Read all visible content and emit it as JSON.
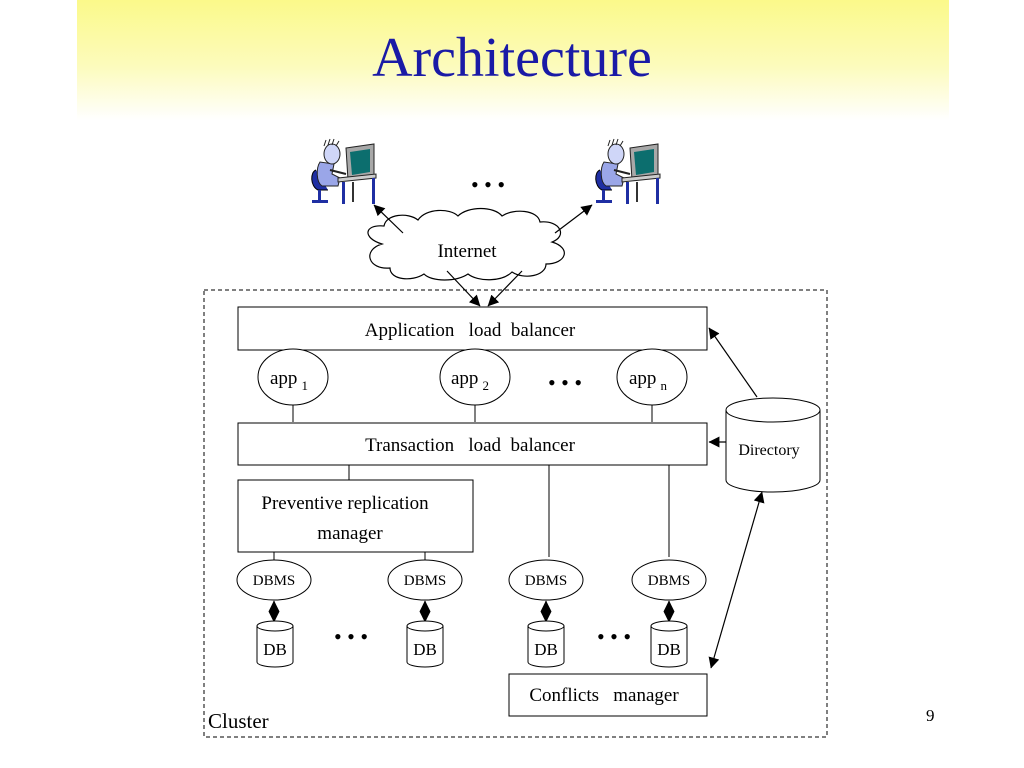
{
  "slide": {
    "title": "Architecture",
    "page_number": "9"
  },
  "labels": {
    "ellipsis": "• • •",
    "internet": "Internet",
    "cluster": "Cluster",
    "app_load_balancer": "Application   load  balancer",
    "txn_load_balancer": "Transaction   load  balancer",
    "app_name": "app",
    "app_subscripts": [
      "1",
      "2",
      "n"
    ],
    "directory": "Directory",
    "preventive_line1": "Preventive replication",
    "preventive_line2": "manager",
    "dbms": "DBMS",
    "db": "DB",
    "conflicts_manager": "Conflicts   manager"
  },
  "icons": {
    "user": "user-at-computer-icon"
  }
}
